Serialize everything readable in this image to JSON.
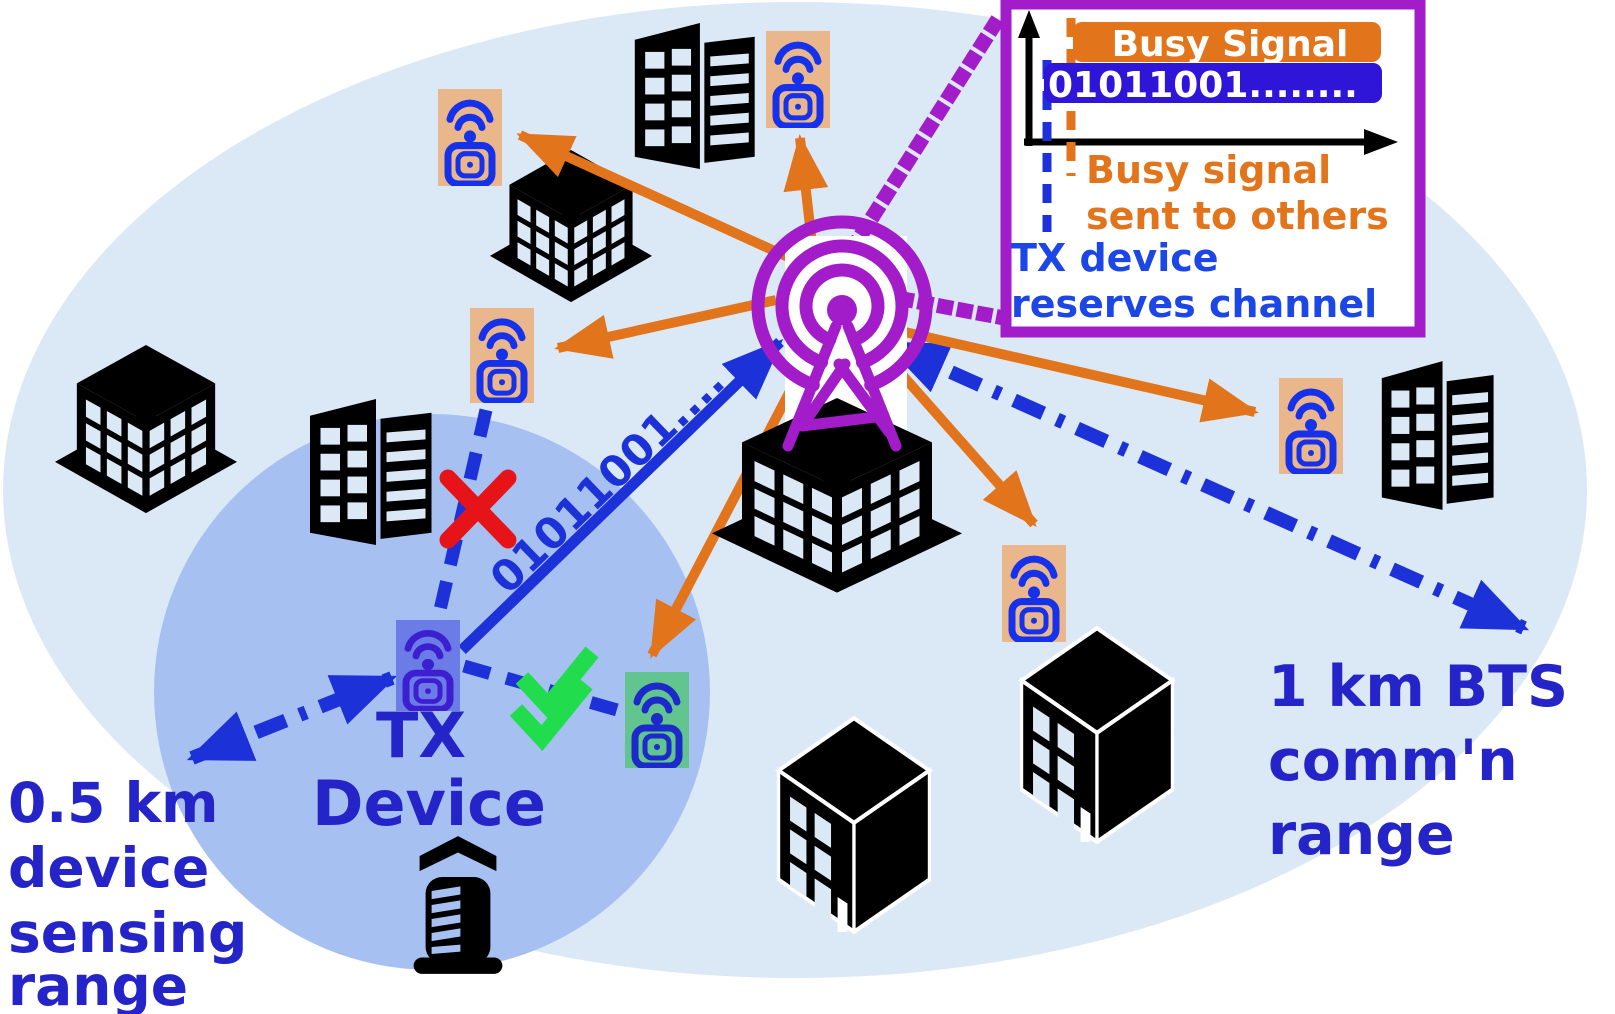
{
  "scene": {
    "title": "Device sensing and BTS busy-signal broadcast diagram",
    "labels": {
      "tx_device": [
        "TX",
        "Device"
      ],
      "sensing_range": [
        "0.5 km",
        "device",
        "sensing",
        "range"
      ],
      "bts_range": [
        "1 km BTS",
        "comm'n",
        "range"
      ],
      "binary_stream": "01011001...."
    },
    "inset": {
      "busy_bar_label": "Busy Signal",
      "binary_bar_label": "01011001........",
      "orange_note": [
        "Busy signal",
        "sent to others"
      ],
      "blue_note": [
        "TX device",
        "reserves channel"
      ]
    },
    "icons": {
      "bts": "radio-tower-icon",
      "device": "iot-sensor-wifi-icon",
      "building": "building-icon",
      "blocked": "red-x-icon",
      "allowed": "green-double-check-icon"
    },
    "colors": {
      "bts_range_fill": "#dbe9f7",
      "sensing_fill": "#a6c1f1",
      "orange": "#e2751c",
      "blue_arrow": "#1c32d8",
      "blue_bar": "#2e15d8",
      "dark_blue_text": "#2424c8",
      "inset_blue_text": "#1c46e6",
      "purple": "#a21cc9",
      "tan": "#eab68c",
      "device_blue": "#1532ea",
      "tx_bg": "#6b7ce7",
      "tx_icon": "#3c20d0",
      "green_bg": "#62c48e",
      "green_icon": "#1b2ac8",
      "green_check": "#21dd4e",
      "red": "#e61319",
      "black": "#000000",
      "white": "#ffffff"
    }
  }
}
